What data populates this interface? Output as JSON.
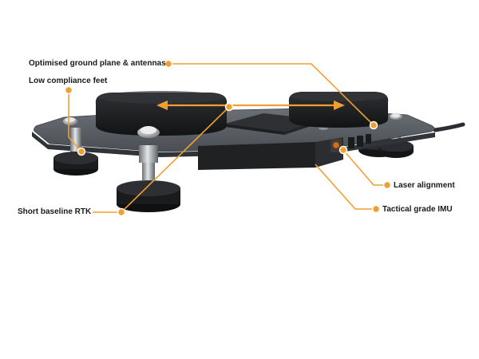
{
  "callouts": {
    "ground_plane": "Optimised ground plane & antennas",
    "feet": "Low compliance feet",
    "rtk": "Short baseline RTK",
    "laser": "Laser alignment",
    "imu": "Tactical grade IMU"
  },
  "colors": {
    "accent": "#f0a030",
    "plate": "#555a60",
    "body": "#26282b",
    "label": "#1a1a1a"
  }
}
